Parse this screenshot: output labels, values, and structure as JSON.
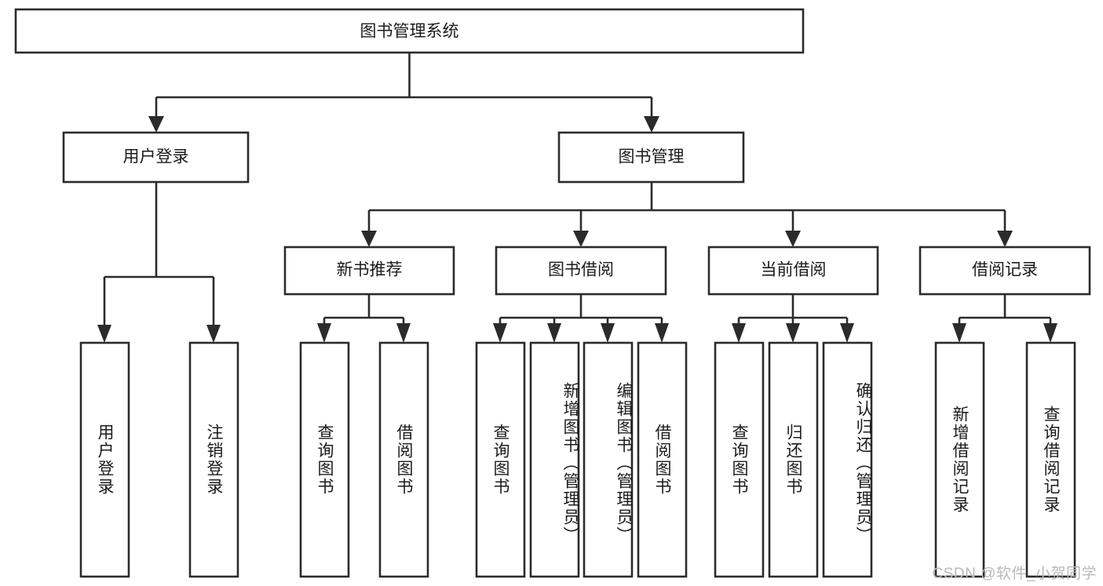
{
  "diagram": {
    "title": "图书管理系统",
    "type": "tree-hierarchy",
    "watermark": "CSDN @软件_小贺同学",
    "colors": {
      "background": "#ffffff",
      "box_stroke": "#2b2b2b",
      "box_fill": "#ffffff",
      "text": "#1b1b1b",
      "watermark": "#b9b9b9"
    },
    "root": {
      "label": "图书管理系统",
      "orientation": "horizontal"
    },
    "level2": [
      {
        "label": "用户登录",
        "orientation": "horizontal"
      },
      {
        "label": "图书管理",
        "orientation": "horizontal"
      }
    ],
    "level3": [
      {
        "label": "新书推荐",
        "orientation": "horizontal"
      },
      {
        "label": "图书借阅",
        "orientation": "horizontal"
      },
      {
        "label": "当前借阅",
        "orientation": "horizontal"
      },
      {
        "label": "借阅记录",
        "orientation": "horizontal"
      }
    ],
    "leaves": {
      "user_login": [
        {
          "label": "用户登录",
          "orientation": "vertical"
        },
        {
          "label": "注销登录",
          "orientation": "vertical"
        }
      ],
      "new_book_recommend": [
        {
          "label": "查询图书",
          "orientation": "vertical"
        },
        {
          "label": "借阅图书",
          "orientation": "vertical"
        }
      ],
      "book_borrow": [
        {
          "label": "查询图书",
          "orientation": "vertical"
        },
        {
          "label": "新增图书（管理员）",
          "orientation": "vertical"
        },
        {
          "label": "编辑图书（管理员）",
          "orientation": "vertical"
        },
        {
          "label": "借阅图书",
          "orientation": "vertical"
        }
      ],
      "current_borrow": [
        {
          "label": "查询图书",
          "orientation": "vertical"
        },
        {
          "label": "归还图书",
          "orientation": "vertical"
        },
        {
          "label": "确认归还（管理员）",
          "orientation": "vertical"
        }
      ],
      "borrow_record": [
        {
          "label": "新增借阅记录",
          "orientation": "vertical"
        },
        {
          "label": "查询借阅记录",
          "orientation": "vertical"
        }
      ]
    }
  }
}
